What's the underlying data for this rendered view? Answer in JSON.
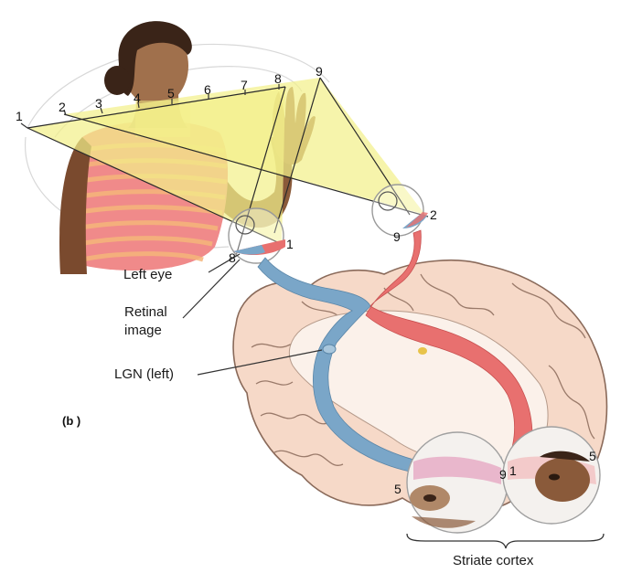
{
  "labels": {
    "left_eye": "Left eye",
    "retinal_image_line1": "Retinal",
    "retinal_image_line2": "image",
    "lgn": "LGN (left)",
    "panel_tag": "(b )",
    "striate_cortex": "Striate cortex"
  },
  "field_numbers": [
    "1",
    "2",
    "3",
    "4",
    "5",
    "6",
    "7",
    "8",
    "9"
  ],
  "eye_numbers": {
    "left_eye_1": "1",
    "left_eye_8": "8",
    "right_eye_2": "2",
    "right_eye_9": "9"
  },
  "cortex_numbers": {
    "left_5": "5",
    "left_9": "9",
    "right_1": "1",
    "right_5": "5"
  },
  "colors": {
    "visual_field": "#f3f08a",
    "left_pathway": "#7aa6c8",
    "right_pathway": "#e8706f",
    "brain_tissue": "#f6d9c8",
    "brain_outline": "#8a6a5a"
  }
}
